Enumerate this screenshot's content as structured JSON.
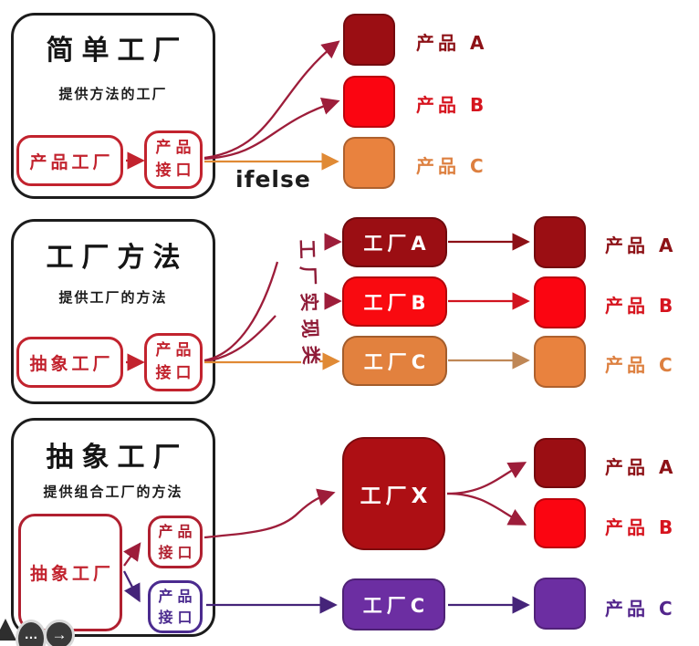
{
  "colors": {
    "ink": "#1c1c1c",
    "box_red": "#c2232e",
    "arrow_maroon": "#9d1d3a",
    "arrow_orange": "#e08a35",
    "arrow_tan": "#bf8756",
    "arrow_purple": "#452479",
    "purple": "#6c2ea2"
  },
  "sections": [
    {
      "title": "简单工厂",
      "subtitle": "提供方法的工厂",
      "source_box": "产品工厂",
      "interface": [
        "产品",
        "接口"
      ],
      "annotation": "ifelse",
      "products": [
        {
          "label": "产品 A",
          "color": "#9b0e13",
          "label_color": "#8d1116"
        },
        {
          "label": "产品 B",
          "color": "#fb0511",
          "label_color": "#d6141e"
        },
        {
          "label": "产品 C",
          "color": "#e9823e",
          "label_color": "#dd8040"
        }
      ]
    },
    {
      "title": "工厂方法",
      "subtitle": "提供工厂的方法",
      "source_box": "抽象工厂",
      "interface": [
        "产品",
        "接口"
      ],
      "annotation": "工厂实现类",
      "factories": [
        {
          "label": "工厂A",
          "color": "#9b0e13"
        },
        {
          "label": "工厂B",
          "color": "#f90a10"
        },
        {
          "label": "工厂C",
          "color": "#e2813e"
        }
      ],
      "products": [
        {
          "label": "产品 A",
          "color": "#9b0e13",
          "label_color": "#8d1116"
        },
        {
          "label": "产品 B",
          "color": "#fb0511",
          "label_color": "#d6141e"
        },
        {
          "label": "产品 C",
          "color": "#e9823e",
          "label_color": "#dd8040"
        }
      ]
    },
    {
      "title": "抽象工厂",
      "subtitle": "提供组合工厂的方法",
      "source_box": "抽象工厂",
      "interfaces": [
        {
          "lines": [
            "产品",
            "接口"
          ],
          "color": "#b02030"
        },
        {
          "lines": [
            "产品",
            "接口"
          ],
          "color": "#4b2b8f"
        }
      ],
      "factories": [
        {
          "label": "工厂X",
          "color": "#ad0f14"
        },
        {
          "label": "工厂C",
          "color": "#6c2ea2"
        }
      ],
      "products": [
        {
          "label": "产品 A",
          "color": "#9b0e13",
          "label_color": "#8d1116"
        },
        {
          "label": "产品 B",
          "color": "#fb0511",
          "label_color": "#d6141e"
        },
        {
          "label": "产品 C",
          "color": "#6c2ea2",
          "label_color": "#53268c"
        }
      ]
    }
  ],
  "toolbar": {
    "more_label": "…",
    "next_label": "→"
  }
}
